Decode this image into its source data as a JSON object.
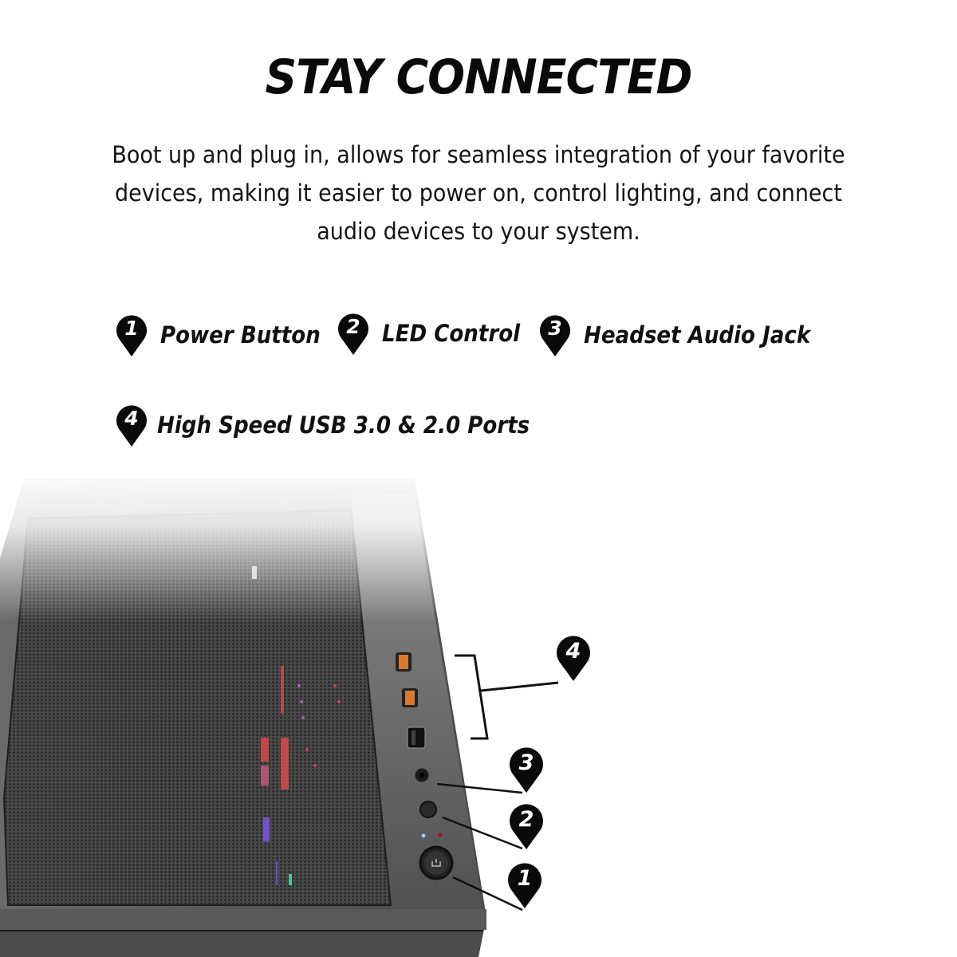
{
  "header": {
    "title": "STAY CONNECTED",
    "description": "Boot up and plug in, allows for seamless integration of your favorite devices, making it easier to power on, control lighting, and connect audio devices to your system."
  },
  "legend": [
    {
      "number": "1",
      "label": "Power Button",
      "icon": "map-pin-icon"
    },
    {
      "number": "2",
      "label": "LED Control",
      "icon": "map-pin-icon"
    },
    {
      "number": "3",
      "label": "Headset Audio Jack",
      "icon": "map-pin-icon"
    },
    {
      "number": "4",
      "label": "High Speed USB 3.0 & 2.0 Ports",
      "icon": "map-pin-icon"
    }
  ],
  "illustration": {
    "subject": "PC case front I/O panel with mesh front",
    "callouts": [
      {
        "number": "4",
        "target": "usb-ports"
      },
      {
        "number": "3",
        "target": "audio-jack"
      },
      {
        "number": "2",
        "target": "led-control-button"
      },
      {
        "number": "1",
        "target": "power-button"
      }
    ],
    "colors": {
      "case_dark": "#3e3e3e",
      "mesh": "#555555",
      "usb3_orange": "#d97a2e",
      "usb2_black": "#1a1a1a",
      "led_blue": "#a8c8ff",
      "led_red": "#b01020",
      "rgb_red": "#d84a4a",
      "rgb_purple": "#7a55e0",
      "rgb_green": "#4fe0a0"
    }
  }
}
